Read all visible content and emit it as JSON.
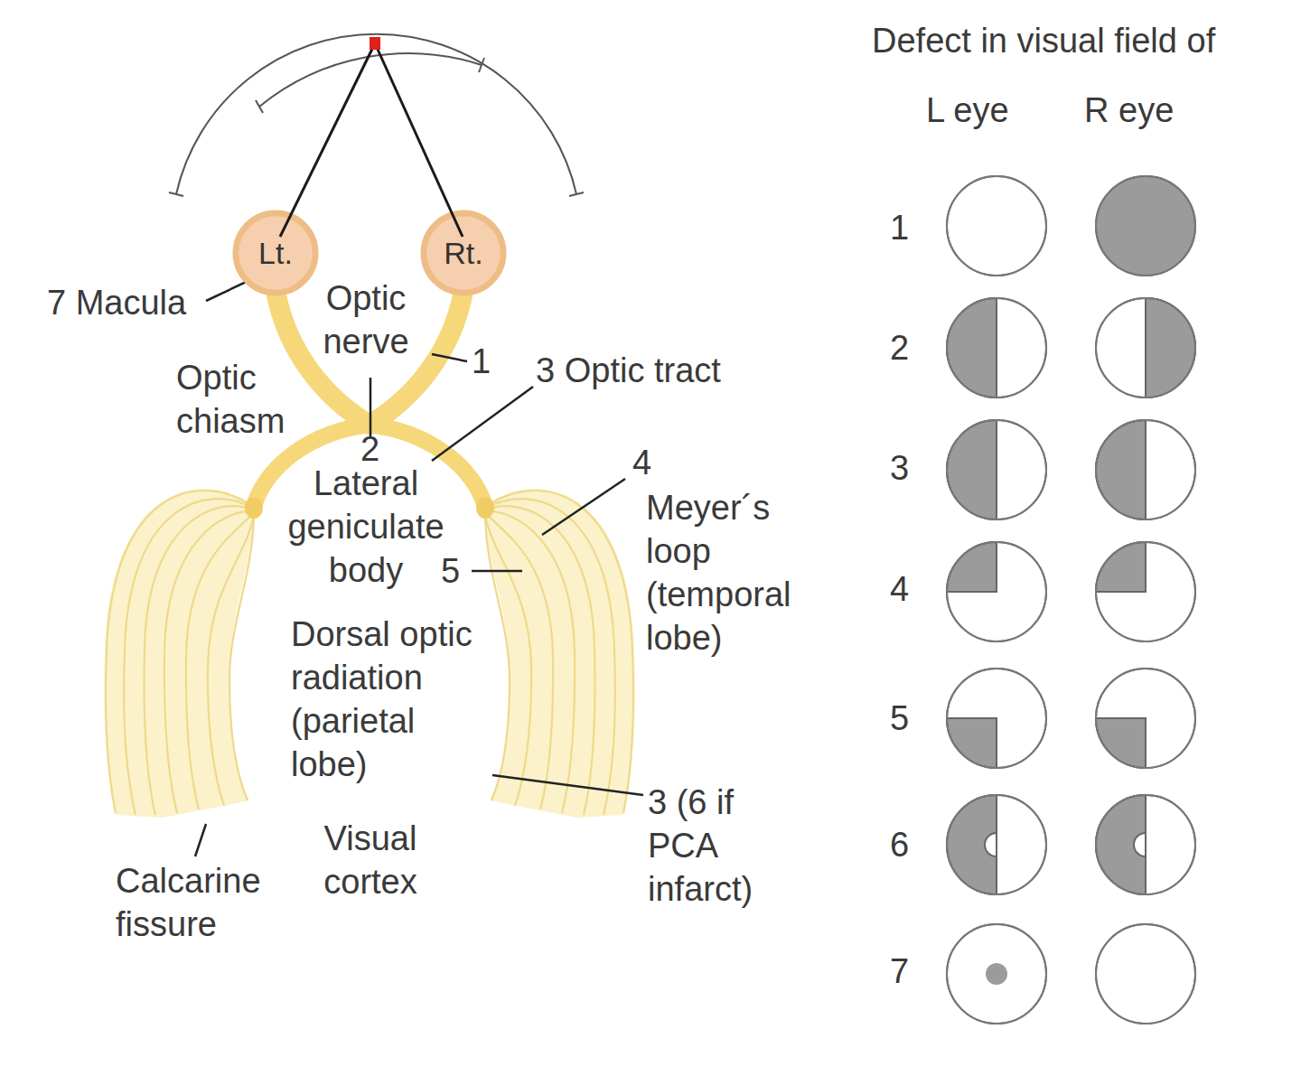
{
  "diagram": {
    "nodes": [
      {
        "text": [
          "Lt."
        ]
      },
      {
        "text": [
          "Rt."
        ]
      }
    ],
    "labels": [
      "Defect in visual field of",
      "L eye",
      "R eye",
      "7 Macula",
      "Optic nerve",
      "1",
      "Optic chiasm",
      "3 Optic tract",
      "2",
      "Lateral geniculate body",
      "4",
      "Meyer´s loop (temporal lobe)",
      "5",
      "Dorsal optic radiation (parietal lobe)",
      "3 (6 if PCA infarct)",
      "Calcarine fissure",
      "Visual cortex",
      "1",
      "2",
      "3",
      "4",
      "5",
      "6",
      "7"
    ]
  }
}
